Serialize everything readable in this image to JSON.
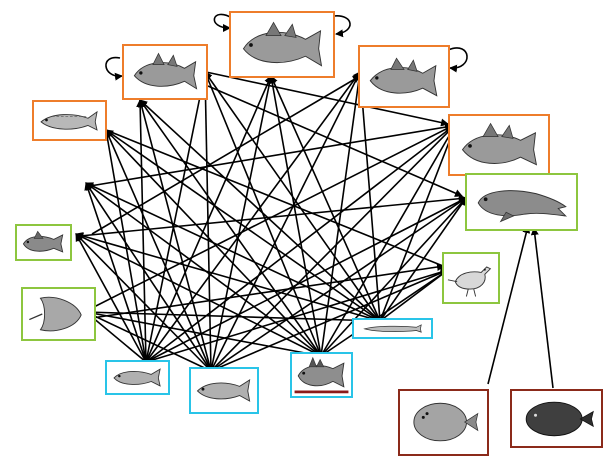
{
  "diagram": {
    "kind": "food-web",
    "group_colors": {
      "orange": "#ee7d2b",
      "green": "#8dc63f",
      "cyan": "#29c4e8",
      "maroon": "#8b2a1a"
    },
    "nodes": [
      {
        "id": "gadoid-a",
        "icon": "cod-icon",
        "group": "orange"
      },
      {
        "id": "gadoid-b",
        "icon": "cod-icon",
        "group": "orange"
      },
      {
        "id": "gadoid-c",
        "icon": "cod-icon",
        "group": "orange"
      },
      {
        "id": "gadoid-d",
        "icon": "cod-icon",
        "group": "orange"
      },
      {
        "id": "mackerel",
        "icon": "mackerel-icon",
        "group": "orange"
      },
      {
        "id": "seal",
        "icon": "seal-icon",
        "group": "green"
      },
      {
        "id": "gurnard",
        "icon": "gurnard-icon",
        "group": "green"
      },
      {
        "id": "ray",
        "icon": "ray-icon",
        "group": "green"
      },
      {
        "id": "seabird",
        "icon": "seabird-icon",
        "group": "green"
      },
      {
        "id": "herring-a",
        "icon": "herring-icon",
        "group": "cyan"
      },
      {
        "id": "herring-b",
        "icon": "herring-icon",
        "group": "cyan"
      },
      {
        "id": "redfish",
        "icon": "redfish-icon",
        "group": "cyan"
      },
      {
        "id": "sandeel",
        "icon": "sandeel-icon",
        "group": "cyan"
      },
      {
        "id": "flatfish-a",
        "icon": "flatfish-icon",
        "group": "maroon"
      },
      {
        "id": "flatfish-b",
        "icon": "flatfish-icon",
        "group": "maroon"
      }
    ]
  }
}
